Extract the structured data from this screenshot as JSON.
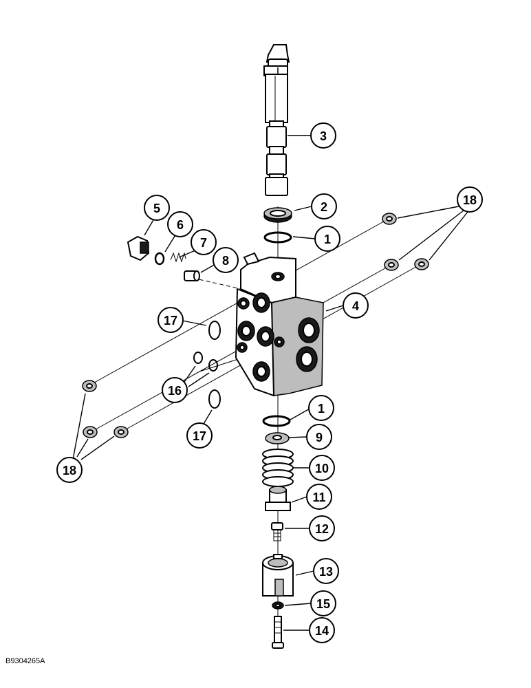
{
  "figure_id": "B9304265A",
  "callouts": [
    {
      "id": "c3",
      "label": "3"
    },
    {
      "id": "c2",
      "label": "2"
    },
    {
      "id": "c1a",
      "label": "1"
    },
    {
      "id": "c18a",
      "label": "18"
    },
    {
      "id": "c5",
      "label": "5"
    },
    {
      "id": "c6",
      "label": "6"
    },
    {
      "id": "c7",
      "label": "7"
    },
    {
      "id": "c8",
      "label": "8"
    },
    {
      "id": "c4",
      "label": "4"
    },
    {
      "id": "c17a",
      "label": "17"
    },
    {
      "id": "c16",
      "label": "16"
    },
    {
      "id": "c17b",
      "label": "17"
    },
    {
      "id": "c1b",
      "label": "1"
    },
    {
      "id": "c9",
      "label": "9"
    },
    {
      "id": "c10",
      "label": "10"
    },
    {
      "id": "c11",
      "label": "11"
    },
    {
      "id": "c12",
      "label": "12"
    },
    {
      "id": "c13",
      "label": "13"
    },
    {
      "id": "c15",
      "label": "15"
    },
    {
      "id": "c14",
      "label": "14"
    },
    {
      "id": "c18b",
      "label": "18"
    }
  ]
}
